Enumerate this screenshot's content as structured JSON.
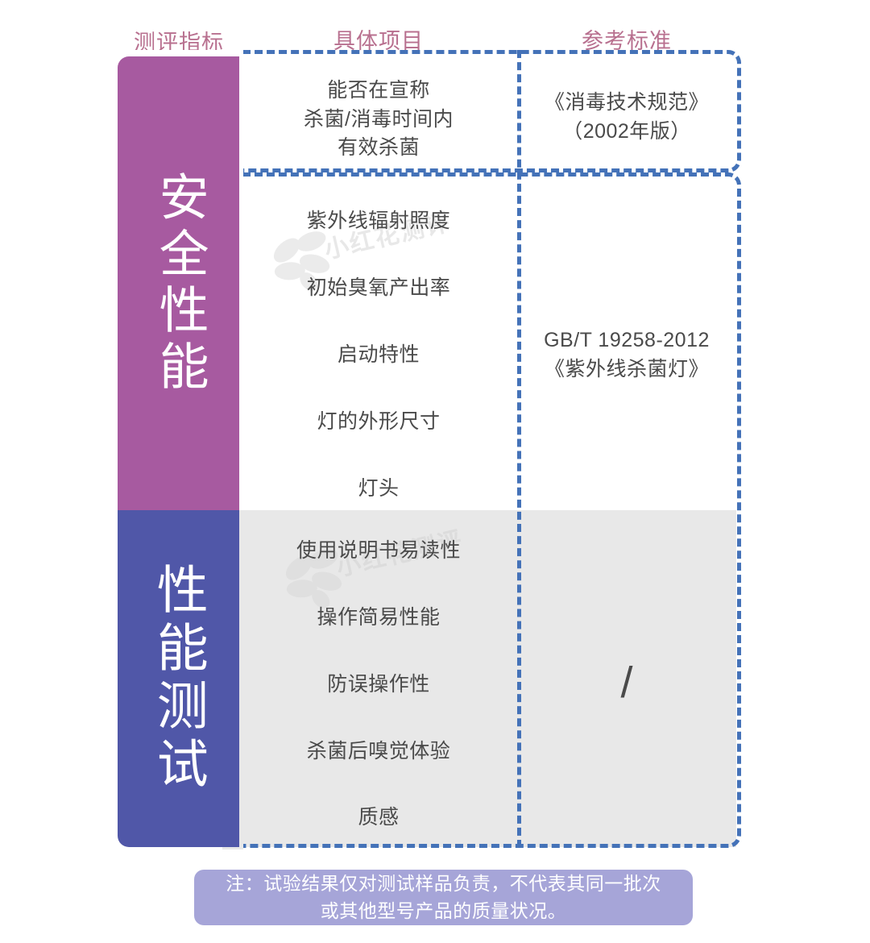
{
  "headers": {
    "metric": "测评指标",
    "item": "具体项目",
    "standard": "参考标准"
  },
  "categories": [
    {
      "label": "安全性能",
      "color": "#a75aa0"
    },
    {
      "label": "性能测试",
      "color": "#5057a8"
    }
  ],
  "rows": [
    {
      "item": "能否在宣称\n杀菌/消毒时间内\n有效杀菌",
      "standard": "《消毒技术规范》\n（2002年版）"
    },
    {
      "item": "紫外线辐射照度",
      "standard": ""
    },
    {
      "item": "初始臭氧产出率",
      "standard": ""
    },
    {
      "item": "启动特性",
      "standard": "GB/T  19258-2012\n《紫外线杀菌灯》"
    },
    {
      "item": "灯的外形尺寸",
      "standard": ""
    },
    {
      "item": "灯头",
      "standard": ""
    },
    {
      "item": "使用说明书易读性",
      "standard": ""
    },
    {
      "item": "操作简易性能",
      "standard": ""
    },
    {
      "item": "防误操作性",
      "standard": "/"
    },
    {
      "item": "杀菌后嗅觉体验",
      "standard": ""
    },
    {
      "item": "质感",
      "standard": ""
    }
  ],
  "standards": {
    "disinfection_spec": "《消毒技术规范》\n（2002年版）",
    "uv_lamp_gbt": "GB/T  19258-2012\n《紫外线杀菌灯》",
    "none": "/"
  },
  "watermark": {
    "text": "小红花测评"
  },
  "note": {
    "text": "注：试验结果仅对测试样品负责，不代表其同一批次\n或其他型号产品的质量状况。"
  },
  "colors": {
    "header_text": "#b8708f",
    "safety_band": "#a75aa0",
    "performance_band": "#5057a8",
    "dashed_border": "#4472b8",
    "gray_panel": "#e8e8e8",
    "note_bg": "#a6a5d8"
  }
}
